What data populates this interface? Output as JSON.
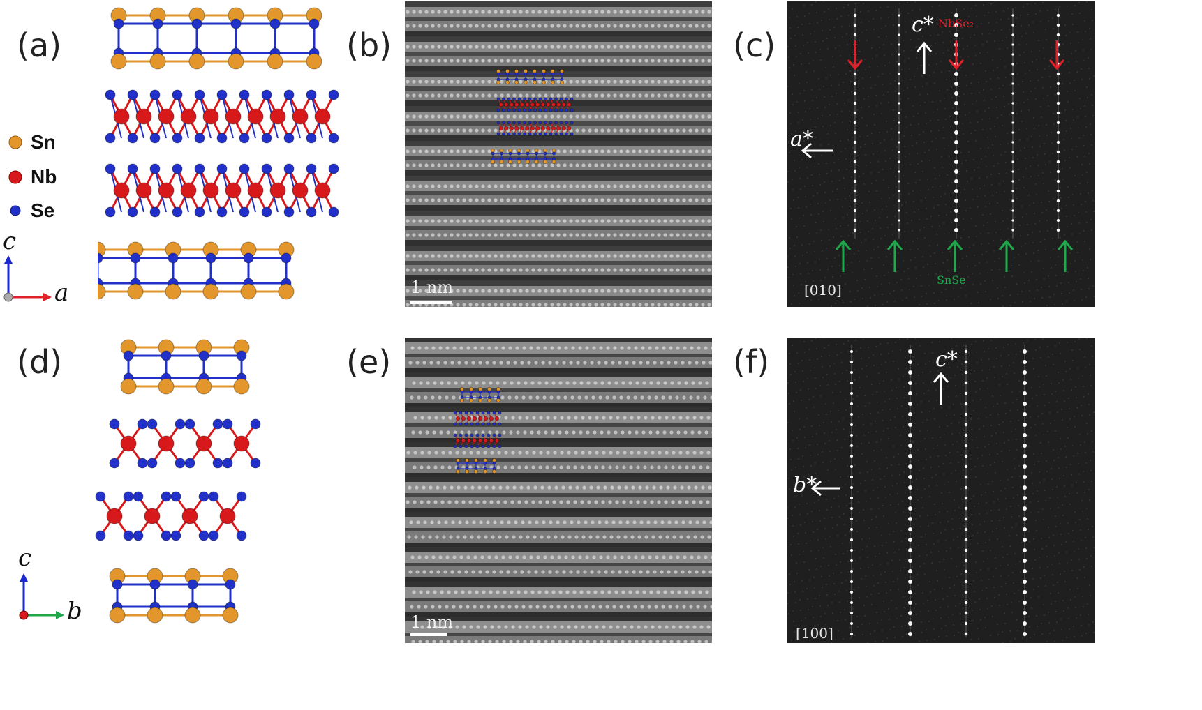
{
  "panels": {
    "a": "(a)",
    "b": "(b)",
    "c": "(c)",
    "d": "(d)",
    "e": "(e)",
    "f": "(f)"
  },
  "legend": [
    {
      "label": "Sn",
      "color": "#e2962b"
    },
    {
      "label": "Nb",
      "color": "#d7191c"
    },
    {
      "label": "Se",
      "color": "#2030c8"
    }
  ],
  "axes_top": {
    "vertical": "c",
    "horizontal": "a"
  },
  "axes_bottom": {
    "vertical": "c",
    "horizontal": "b"
  },
  "micrograph_b": {
    "scale_label": "1 nm"
  },
  "micrograph_e": {
    "scale_label": "1 nm"
  },
  "fft_c": {
    "zone_axis": "[010]",
    "c_star": "c*",
    "a_star": "a*",
    "nbse2_label": "NbSe₂",
    "snse_label": "SnSe"
  },
  "fft_f": {
    "zone_axis": "[100]",
    "c_star": "c*",
    "b_star": "b*"
  },
  "colors": {
    "sn": "#e2962b",
    "nb": "#d7191c",
    "se": "#2030c8",
    "red_arrow": "#e0202a",
    "green_arrow": "#1fa84a"
  }
}
